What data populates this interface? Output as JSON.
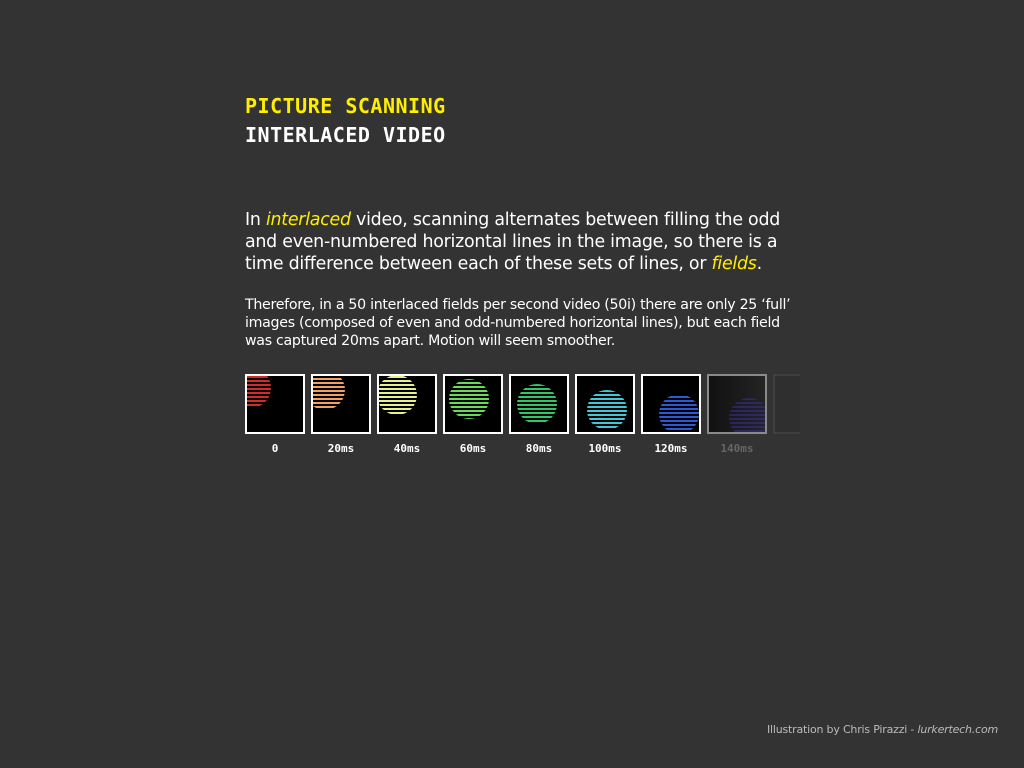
{
  "title": {
    "line1": "PICTURE SCANNING",
    "line2": "INTERLACED VIDEO"
  },
  "intro": {
    "p1": "In ",
    "em1": "interlaced",
    "p2": " video, scanning alternates between filling the odd and even-numbered horizontal lines in the image, so there is a time difference between each of these sets of lines, or ",
    "em2": "fields",
    "p3": "."
  },
  "detail": "Therefore, in a 50 interlaced fields per second video (50i) there are only 25 ‘full’ images (composed of even and odd-numbered horizontal lines), but each field was captured 20ms apart. Motion will seem smoother.",
  "frames": [
    {
      "label": "0",
      "color": "#d42a2a",
      "parity": "odd",
      "state": "normal"
    },
    {
      "label": "20ms",
      "color": "#f0a060",
      "parity": "even",
      "state": "normal"
    },
    {
      "label": "40ms",
      "color": "#e8f08a",
      "parity": "odd",
      "state": "normal"
    },
    {
      "label": "60ms",
      "color": "#66dd55",
      "parity": "even",
      "state": "normal"
    },
    {
      "label": "80ms",
      "color": "#2ec86a",
      "parity": "odd",
      "state": "normal"
    },
    {
      "label": "100ms",
      "color": "#3ec8d8",
      "parity": "even",
      "state": "normal"
    },
    {
      "label": "120ms",
      "color": "#2a5ad8",
      "parity": "odd",
      "state": "normal"
    },
    {
      "label": "140ms",
      "color": "#3a2e9a",
      "parity": "even",
      "state": "faded"
    },
    {
      "label": "",
      "color": "",
      "parity": "",
      "state": "ghost"
    }
  ],
  "credit": {
    "text": "Illustration by Chris Pirazzi - ",
    "site": "lurkertech.com"
  }
}
